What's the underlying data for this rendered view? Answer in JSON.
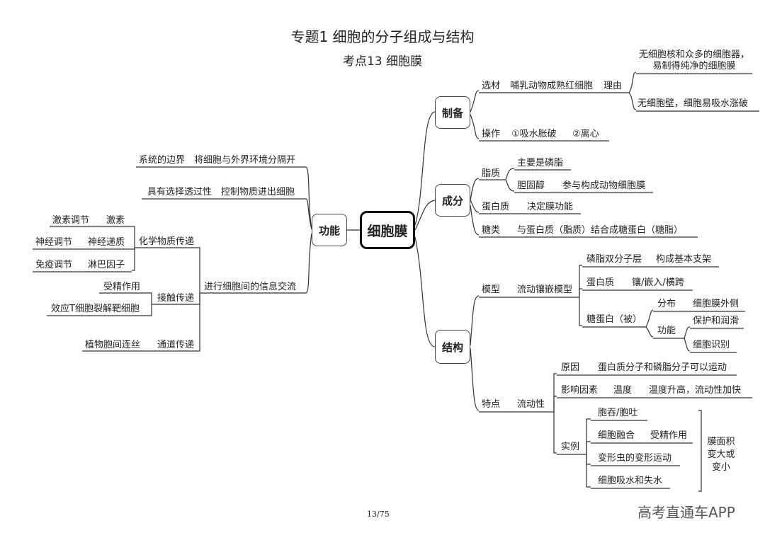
{
  "title": "专题1  细胞的分子组成与结构",
  "subtitle": "考点13  细胞膜",
  "center": "细胞膜",
  "page_number": "13/75",
  "watermark": "高考直通车APP",
  "function": {
    "label": "功能",
    "boundary": "系统的边界",
    "boundary_detail": "将细胞与外界环境分隔开",
    "selective": "具有选择透过性",
    "selective_detail": "控制物质进出细胞",
    "info": "进行细胞间的信息交流",
    "chem": "化学物质传递",
    "hormone_reg": "激素调节",
    "hormone": "激素",
    "nerve_reg": "神经调节",
    "neurotransmitter": "神经递质",
    "immune_reg": "免疫调节",
    "lymphokine": "淋巴因子",
    "contact": "接触传递",
    "fertilization": "受精作用",
    "effector": "效应T细胞裂解靶细胞",
    "plasmodesmata": "植物胞间连丝",
    "channel": "通道传递"
  },
  "preparation": {
    "label": "制备",
    "material": "选材",
    "material_detail": "哺乳动物成熟红细胞",
    "reason": "理由",
    "reason1": "无细胞核和众多的细胞器，易制得纯净的细胞膜",
    "reason2": "无细胞壁，细胞易吸水涨破",
    "operation": "操作",
    "step1": "①吸水胀破",
    "step2": "②离心"
  },
  "composition": {
    "label": "成分",
    "lipid": "脂质",
    "phospholipid": "主要是磷脂",
    "cholesterol": "胆固醇",
    "cholesterol_detail": "参与构成动物细胞膜",
    "protein": "蛋白质",
    "protein_detail": "决定膜功能",
    "sugar": "糖类",
    "sugar_detail": "与蛋白质（脂质）结合成糖蛋白（糖脂）"
  },
  "structure": {
    "label": "结构",
    "model": "模型",
    "fluid_mosaic": "流动镶嵌模型",
    "bilayer": "磷脂双分子层",
    "bilayer_detail": "构成基本支架",
    "protein": "蛋白质",
    "protein_detail": "镶/嵌入/横跨",
    "glycoprotein": "糖蛋白（被）",
    "distribution": "分布",
    "distribution_detail": "细胞膜外侧",
    "func": "功能",
    "protect": "保护和润滑",
    "recognition": "细胞识别",
    "feature": "特点",
    "fluidity": "流动性",
    "cause": "原因",
    "cause_detail": "蛋白质分子和磷脂分子可以运动",
    "factor": "影响因素",
    "temperature": "温度",
    "temperature_detail": "温度升高，流动性加快",
    "example": "实例",
    "ex1": "胞吞/胞吐",
    "ex2": "细胞融合",
    "ex2_detail": "受精作用",
    "ex3": "变形虫的变形运动",
    "ex4": "细胞吸水和失水",
    "membrane_area": "膜面积变大或变小"
  }
}
